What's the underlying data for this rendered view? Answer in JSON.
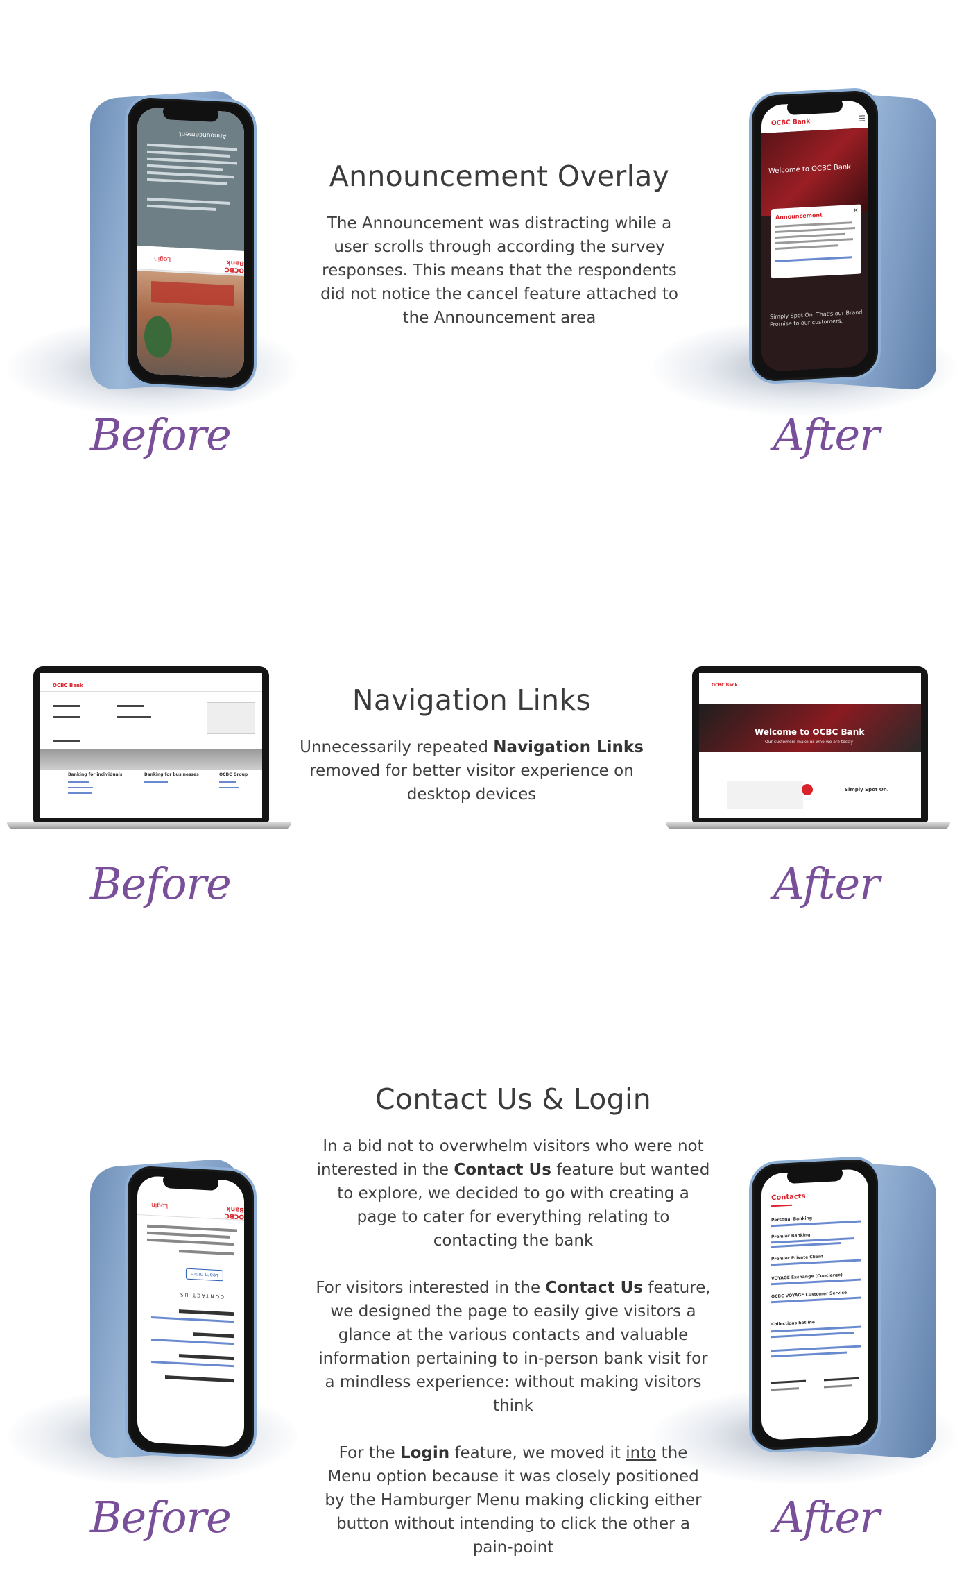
{
  "section1": {
    "title": "Announcement Overlay",
    "body": "The Announcement was distracting while a user scrolls through according the survey responses. This means that the respondents did not notice the cancel feature attached to the Announcement area",
    "before_label": "Before",
    "after_label": "After",
    "before_phone": {
      "brand": "OCBC Bank",
      "login": "Login",
      "heading": "Announcement"
    },
    "after_phone": {
      "brand": "OCBC Bank",
      "hero": "Welcome to OCBC Bank",
      "popup_title": "Announcement",
      "tagline": "Simply Spot On. That's our Brand Promise to our customers."
    }
  },
  "section2": {
    "title": "Navigation Links",
    "body_prefix": "Unnecessarily repeated ",
    "body_bold": "Navigation Links",
    "body_suffix": " removed for better visitor experience on desktop devices",
    "before_label": "Before",
    "after_label": "After",
    "before_laptop": {
      "brand": "OCBC Bank",
      "col1": "Banking for individuals",
      "col2": "Banking for businesses",
      "col3": "OCBC Group"
    },
    "after_laptop": {
      "brand": "OCBC Bank",
      "hero": "Welcome to OCBC Bank",
      "sub": "Our customers make us who we are today",
      "tagline": "Simply Spot On."
    }
  },
  "section3": {
    "title": "Contact Us & Login",
    "p1_a": "In a bid not to overwhelm visitors who were not interested in the ",
    "p1_bold": "Contact Us",
    "p1_b": " feature but wanted to explore, we decided to go with creating a page to cater for everything relating to contacting the bank",
    "p2_a": "For visitors interested in the ",
    "p2_bold": "Contact Us",
    "p2_b": " feature, we designed the page to easily give visitors a glance at the various contacts and valuable information pertaining to in-person bank visit for a mindless experience: without making visitors think",
    "p3_a": "For the ",
    "p3_bold": "Login",
    "p3_b": " feature, we moved it ",
    "p3_under": "into",
    "p3_c": " the Menu option because it was closely positioned by the Hamburger Menu making clicking either button without intending to click the other a pain-point",
    "before_label": "Before",
    "after_label": "After",
    "before_phone": {
      "brand": "OCBC Bank",
      "login": "Login",
      "cta": "Learn more",
      "contact": "CONTACT US"
    },
    "after_phone": {
      "title": "Contacts",
      "items": [
        "Personal Banking",
        "Premier Banking",
        "Premier Private Client",
        "VOYAGE Exchange (Concierge)",
        "OCBC VOYAGE Customer Service",
        "Collections hotline"
      ]
    }
  },
  "colors": {
    "accent": "#7a4f9a",
    "brand_red": "#d8232a",
    "text": "#3b3b3b"
  }
}
